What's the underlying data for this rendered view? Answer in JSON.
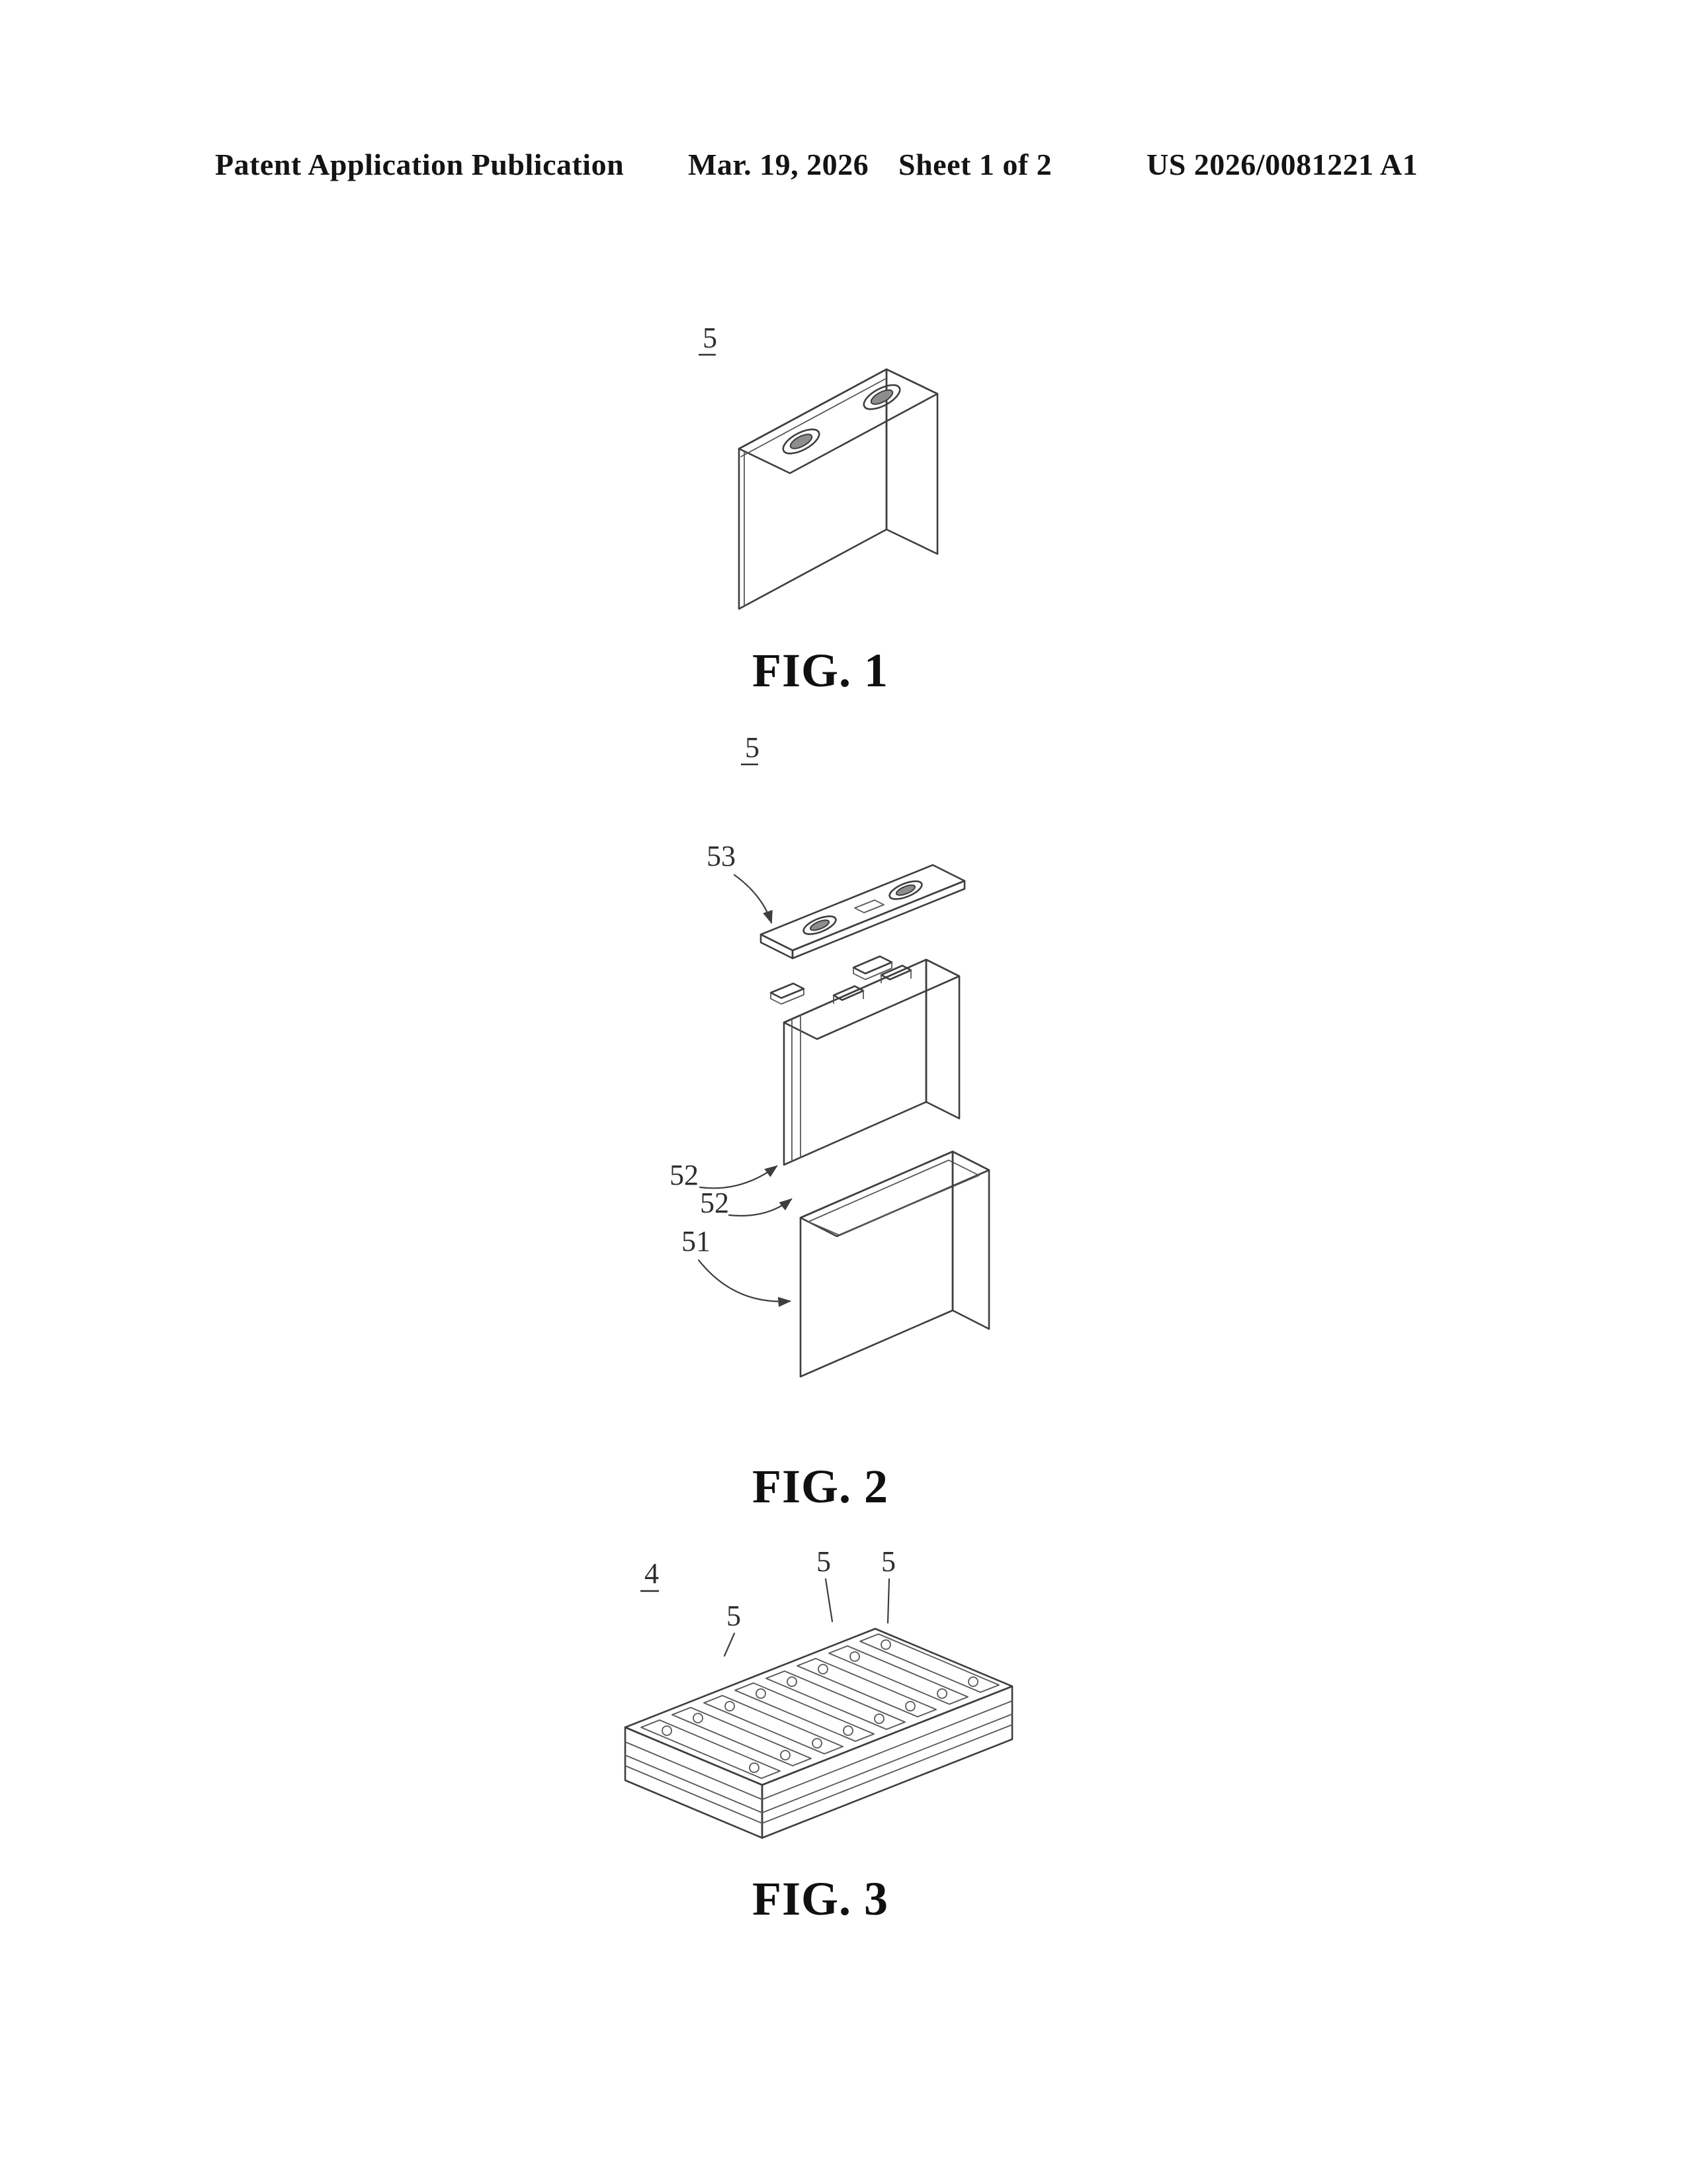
{
  "header": {
    "publication": "Patent Application Publication",
    "date": "Mar. 19, 2026",
    "sheet": "Sheet 1 of 2",
    "patent_number": "US 2026/0081221 A1"
  },
  "figures": {
    "fig1": {
      "caption": "FIG. 1",
      "labels": {
        "ref5": "5"
      }
    },
    "fig2": {
      "caption": "FIG. 2",
      "labels": {
        "ref5": "5",
        "ref53": "53",
        "ref52a": "52",
        "ref52b": "52",
        "ref51": "51"
      }
    },
    "fig3": {
      "caption": "FIG. 3",
      "labels": {
        "ref4": "4",
        "ref5a": "5",
        "ref5b": "5",
        "ref5c": "5"
      }
    }
  }
}
